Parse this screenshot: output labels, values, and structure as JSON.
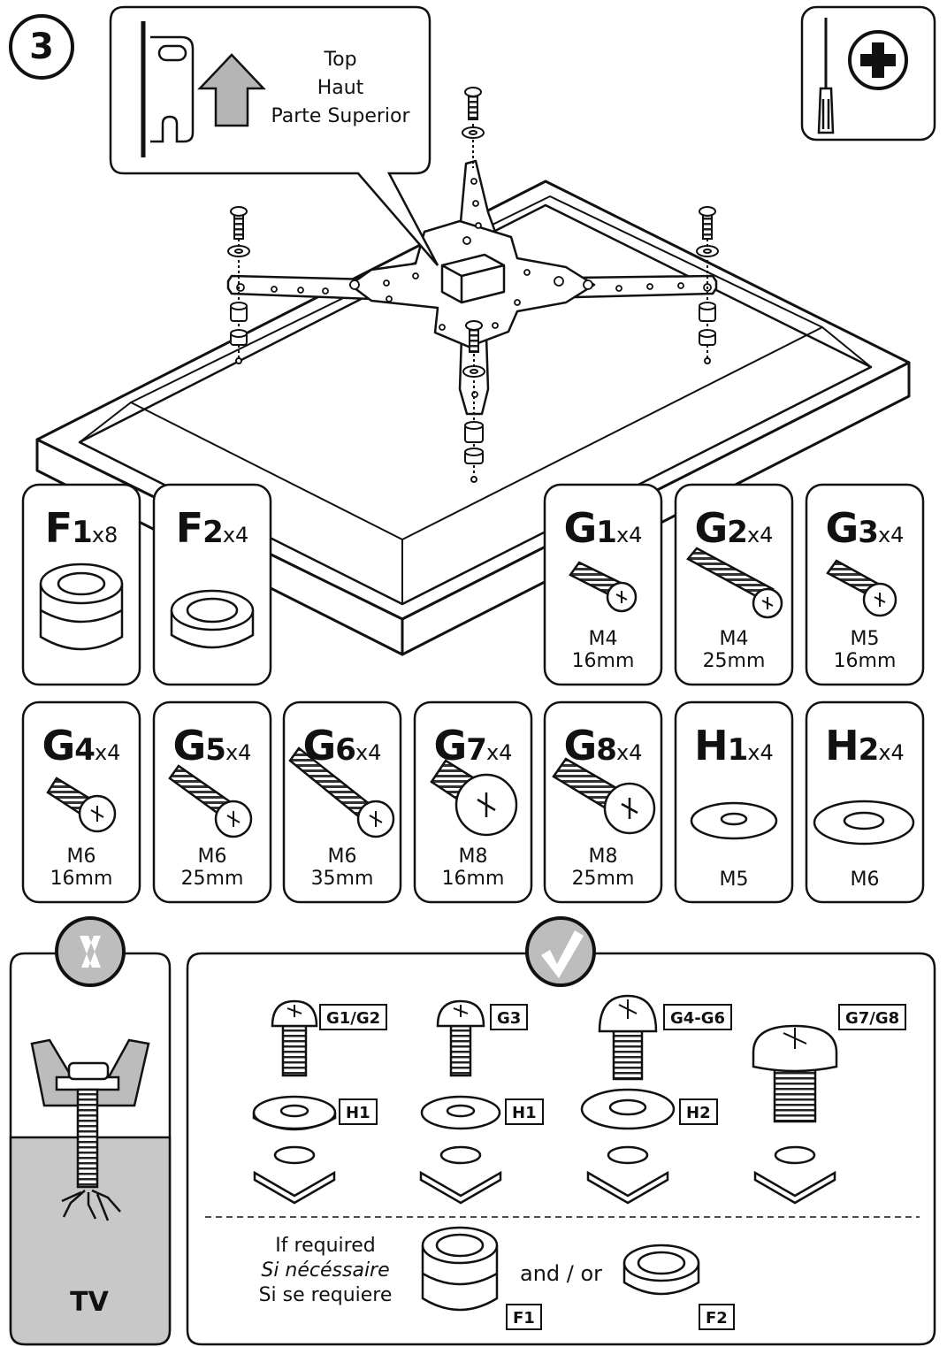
{
  "step_number": "3",
  "top_label": {
    "en": "Top",
    "fr": "Haut",
    "es": "Parte Superior"
  },
  "icons": {
    "tool": "phillips-screwdriver-icon",
    "wrong": "cross-mark-icon",
    "right": "check-mark-icon"
  },
  "parts_row1": [
    {
      "code": "F",
      "num": "1",
      "qty": "x8",
      "size1": "",
      "size2": ""
    },
    {
      "code": "F",
      "num": "2",
      "qty": "x4",
      "size1": "",
      "size2": ""
    },
    {
      "code": "G",
      "num": "1",
      "qty": "x4",
      "size1": "M4",
      "size2": "16mm"
    },
    {
      "code": "G",
      "num": "2",
      "qty": "x4",
      "size1": "M4",
      "size2": "25mm"
    },
    {
      "code": "G",
      "num": "3",
      "qty": "x4",
      "size1": "M5",
      "size2": "16mm"
    }
  ],
  "parts_row2": [
    {
      "code": "G",
      "num": "4",
      "qty": "x4",
      "size1": "M6",
      "size2": "16mm"
    },
    {
      "code": "G",
      "num": "5",
      "qty": "x4",
      "size1": "M6",
      "size2": "25mm"
    },
    {
      "code": "G",
      "num": "6",
      "qty": "x4",
      "size1": "M6",
      "size2": "35mm"
    },
    {
      "code": "G",
      "num": "7",
      "qty": "x4",
      "size1": "M8",
      "size2": "16mm"
    },
    {
      "code": "G",
      "num": "8",
      "qty": "x4",
      "size1": "M8",
      "size2": "25mm"
    },
    {
      "code": "H",
      "num": "1",
      "qty": "x4",
      "size1": "M5",
      "size2": ""
    },
    {
      "code": "H",
      "num": "2",
      "qty": "x4",
      "size1": "M6",
      "size2": ""
    }
  ],
  "combos": [
    {
      "screw": "G1/G2",
      "washer": "H1"
    },
    {
      "screw": "G3",
      "washer": "H1"
    },
    {
      "screw": "G4-G6",
      "washer": "H2"
    },
    {
      "screw": "G7/G8",
      "washer": ""
    }
  ],
  "if_required": {
    "en": "If required",
    "fr": "Si nécéssaire",
    "es": "Si se requiere"
  },
  "and_or": "and / or",
  "spacer_labels": [
    "F1",
    "F2"
  ],
  "tv_label": "TV"
}
